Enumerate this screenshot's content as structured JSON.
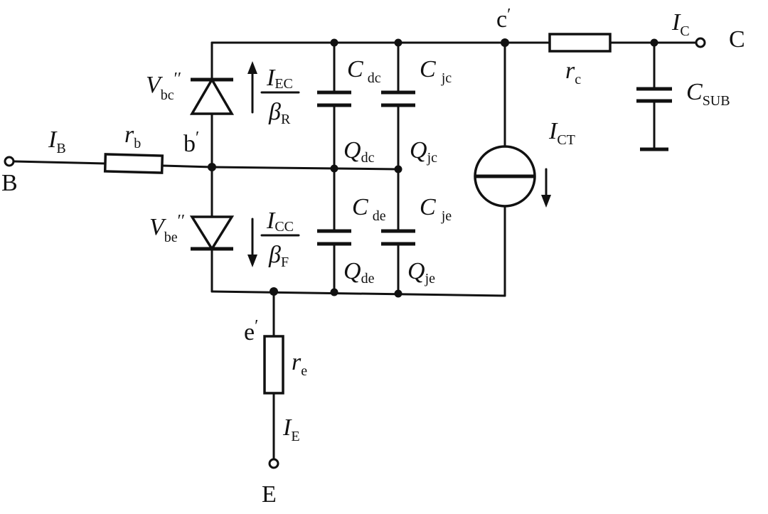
{
  "terminals": {
    "base": "B",
    "collector": "C",
    "emitter": "E"
  },
  "nodes": {
    "b_prime": "b",
    "c_prime": "c",
    "e_prime": "e",
    "prime_mark": "′",
    "double_prime": "′′"
  },
  "components": {
    "rb": {
      "sym": "r",
      "sub": "b"
    },
    "rc": {
      "sym": "r",
      "sub": "c"
    },
    "re": {
      "sym": "r",
      "sub": "e"
    },
    "vbc": {
      "sym": "V",
      "sub": "bc"
    },
    "vbe": {
      "sym": "V",
      "sub": "be"
    },
    "cdc": {
      "sym": "C",
      "sub": "dc"
    },
    "cjc": {
      "sym": "C",
      "sub": "jc"
    },
    "cde": {
      "sym": "C",
      "sub": "de"
    },
    "cje": {
      "sym": "C",
      "sub": "je"
    },
    "csub": {
      "sym": "C",
      "sub": "SUB"
    },
    "qdc": {
      "sym": "Q",
      "sub": "dc"
    },
    "qjc": {
      "sym": "Q",
      "sub": "jc"
    },
    "qde": {
      "sym": "Q",
      "sub": "de"
    },
    "qje": {
      "sym": "Q",
      "sub": "je"
    }
  },
  "currents": {
    "ib": {
      "sym": "I",
      "sub": "B"
    },
    "ic": {
      "sym": "I",
      "sub": "C"
    },
    "ie": {
      "sym": "I",
      "sub": "E"
    },
    "ict": {
      "sym": "I",
      "sub": "CT"
    },
    "iec_frac": {
      "num_sym": "I",
      "num_sub": "EC",
      "den_sym": "β",
      "den_sub": "R"
    },
    "icc_frac": {
      "num_sym": "I",
      "num_sub": "CC",
      "den_sym": "β",
      "den_sub": "F"
    }
  }
}
